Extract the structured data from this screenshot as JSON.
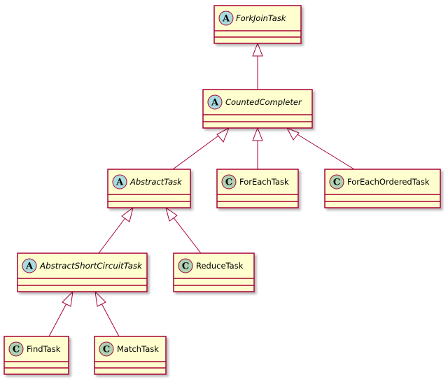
{
  "diagram": {
    "classes": {
      "forkjointask": {
        "kind": "A",
        "name": "ForkJoinTask",
        "abstract": true
      },
      "countedcompleter": {
        "kind": "A",
        "name": "CountedCompleter",
        "abstract": true
      },
      "abstracttask": {
        "kind": "A",
        "name": "AbstractTask",
        "abstract": true
      },
      "foreachtask": {
        "kind": "C",
        "name": "ForEachTask",
        "abstract": false
      },
      "foreachorderedtask": {
        "kind": "C",
        "name": "ForEachOrderedTask",
        "abstract": false
      },
      "abstractshortcircuittask": {
        "kind": "A",
        "name": "AbstractShortCircuitTask",
        "abstract": true
      },
      "reducetask": {
        "kind": "C",
        "name": "ReduceTask",
        "abstract": false
      },
      "findtask": {
        "kind": "C",
        "name": "FindTask",
        "abstract": false
      },
      "matchtask": {
        "kind": "C",
        "name": "MatchTask",
        "abstract": false
      }
    },
    "inheritance": [
      {
        "child": "countedcompleter",
        "parent": "forkjointask"
      },
      {
        "child": "abstracttask",
        "parent": "countedcompleter"
      },
      {
        "child": "foreachtask",
        "parent": "countedcompleter"
      },
      {
        "child": "foreachorderedtask",
        "parent": "countedcompleter"
      },
      {
        "child": "abstractshortcircuittask",
        "parent": "abstracttask"
      },
      {
        "child": "reducetask",
        "parent": "abstracttask"
      },
      {
        "child": "findtask",
        "parent": "abstractshortcircuittask"
      },
      {
        "child": "matchtask",
        "parent": "abstractshortcircuittask"
      }
    ],
    "colors": {
      "box_fill": "#FEFECE",
      "border": "#A80036",
      "badge_abstract": "#A9DCDF",
      "badge_concrete": "#ADD1B2"
    }
  }
}
